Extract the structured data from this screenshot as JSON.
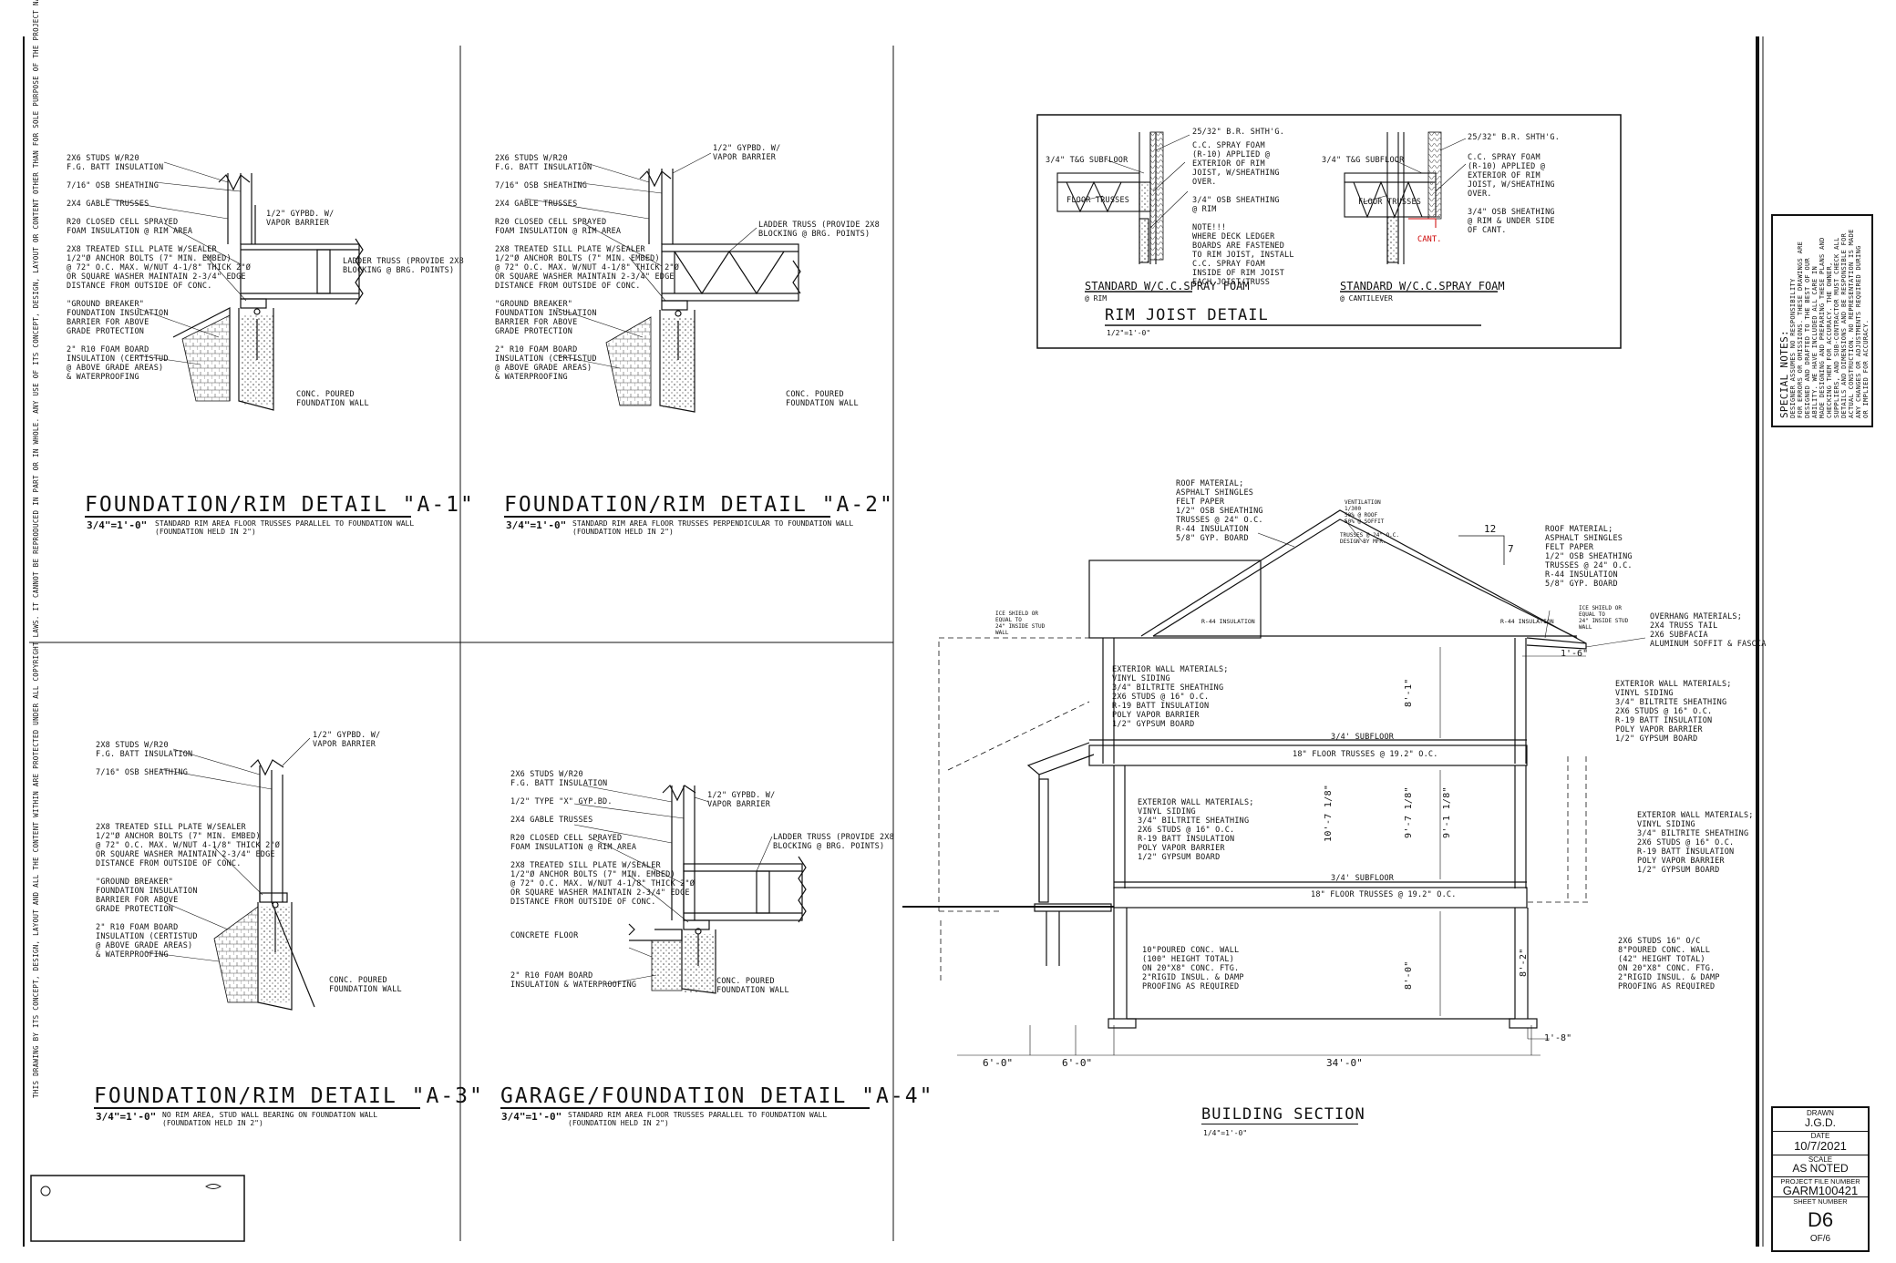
{
  "disclaimer": "THIS DRAWING BY ITS CONCEPT, DESIGN, LAYOUT AND ALL THE CONTENT WITHIN ARE PROTECTED UNDER ALL COPYRIGHT LAWS. IT CANNOT BE REPRODUCED IN PART OR IN WHOLE. ANY USE OF ITS CONCEPT, DESIGN, LAYOUT OR CONTENT OTHER THAN FOR SOLE PURPOSE OF THE PROJECT NAME LISTED IN THE TITLE BELOW IS PUNISHABLE BY LAW.",
  "details": {
    "a1": {
      "title": "FOUNDATION/RIM DETAIL \"A-1\"",
      "scale": "3/4\"=1'-0\"",
      "subtitle": "STANDARD RIM AREA FLOOR TRUSSES PARALLEL TO FOUNDATION WALL\n(FOUNDATION HELD IN 2\")",
      "notes_left": "2X6 STUDS W/R20\nF.G. BATT INSULATION\n\n7/16\" OSB SHEATHING\n\n2X4 GABLE TRUSSES\n\nR20 CLOSED CELL SPRAYED\nFOAM INSULATION @ RIM AREA\n\n2X8 TREATED SILL PLATE W/SEALER\n1/2\"Ø ANCHOR BOLTS (7\" MIN. EMBED)\n@ 72\" O.C. MAX. W/NUT 4-1/8\" THICK 2\"Ø\nOR SQUARE WASHER MAINTAIN 2-3/4\" EDGE\nDISTANCE FROM OUTSIDE OF CONC.\n\n\"GROUND BREAKER\"\nFOUNDATION INSULATION\nBARRIER FOR ABOVE\nGRADE PROTECTION\n\n2\" R10 FOAM BOARD\nINSULATION (CERTISTUD\n@ ABOVE GRADE AREAS)\n& WATERPROOFING",
      "note_gypbd": "1/2\" GYPBD. W/\nVAPOR BARRIER",
      "note_truss": "LADDER TRUSS (PROVIDE 2X8\nBLOCKING @ BRG. POINTS)",
      "note_wall": "CONC. POURED\nFOUNDATION WALL"
    },
    "a2": {
      "title": "FOUNDATION/RIM DETAIL \"A-2\"",
      "scale": "3/4\"=1'-0\"",
      "subtitle": "STANDARD RIM AREA FLOOR TRUSSES PERPENDICULAR TO FOUNDATION WALL\n(FOUNDATION HELD IN 2\")",
      "notes_left": "2X6 STUDS W/R20\nF.G. BATT INSULATION\n\n7/16\" OSB SHEATHING\n\n2X4 GABLE TRUSSES\n\nR20 CLOSED CELL SPRAYED\nFOAM INSULATION @ RIM AREA\n\n2X8 TREATED SILL PLATE W/SEALER\n1/2\"Ø ANCHOR BOLTS (7\" MIN. EMBED)\n@ 72\" O.C. MAX. W/NUT 4-1/8\" THICK 2\"Ø\nOR SQUARE WASHER MAINTAIN 2-3/4\" EDGE\nDISTANCE FROM OUTSIDE OF CONC.\n\n\"GROUND BREAKER\"\nFOUNDATION INSULATION\nBARRIER FOR ABOVE\nGRADE PROTECTION\n\n2\" R10 FOAM BOARD\nINSULATION (CERTISTUD\n@ ABOVE GRADE AREAS)\n& WATERPROOFING",
      "note_gypbd": "1/2\" GYPBD. W/\nVAPOR BARRIER",
      "note_truss": "LADDER TRUSS (PROVIDE 2X8\nBLOCKING @ BRG. POINTS)",
      "note_wall": "CONC. POURED\nFOUNDATION WALL"
    },
    "a3": {
      "title": "FOUNDATION/RIM DETAIL \"A-3\"",
      "scale": "3/4\"=1'-0\"",
      "subtitle": "NO RIM AREA, STUD WALL BEARING ON FOUNDATION WALL\n(FOUNDATION HELD IN 2\")",
      "notes_left": "2X8 STUDS W/R20\nF.G. BATT INSULATION\n\n7/16\" OSB SHEATHING\n\n\n\n\n\n2X8 TREATED SILL PLATE W/SEALER\n1/2\"Ø ANCHOR BOLTS (7\" MIN. EMBED)\n@ 72\" O.C. MAX. W/NUT 4-1/8\" THICK 2\"Ø\nOR SQUARE WASHER MAINTAIN 2-3/4\" EDGE\nDISTANCE FROM OUTSIDE OF CONC.\n\n\"GROUND BREAKER\"\nFOUNDATION INSULATION\nBARRIER FOR ABOVE\nGRADE PROTECTION\n\n2\" R10 FOAM BOARD\nINSULATION (CERTISTUD\n@ ABOVE GRADE AREAS)\n& WATERPROOFING",
      "note_gypbd": "1/2\" GYPBD. W/\nVAPOR BARRIER",
      "note_wall": "CONC. POURED\nFOUNDATION WALL"
    },
    "a4": {
      "title": "GARAGE/FOUNDATION DETAIL \"A-4\"",
      "scale": "3/4\"=1'-0\"",
      "subtitle": "STANDARD RIM AREA FLOOR TRUSSES PARALLEL TO FOUNDATION WALL\n(FOUNDATION HELD IN 2\")",
      "notes_left": "2X6 STUDS W/R20\nF.G. BATT INSULATION\n\n1/2\" TYPE \"X\" GYP.BD.\n\n2X4 GABLE TRUSSES\n\nR20 CLOSED CELL SPRAYED\nFOAM INSULATION @ RIM AREA\n\n2X8 TREATED SILL PLATE W/SEALER\n1/2\"Ø ANCHOR BOLTS (7\" MIN. EMBED)\n@ 72\" O.C. MAX. W/NUT 4-1/8\" THICK 2\"Ø\nOR SQUARE WASHER MAINTAIN 2-3/4\" EDGE\nDISTANCE FROM OUTSIDE OF CONC.",
      "note_floor": "CONCRETE FLOOR",
      "note_foam": "2\" R10 FOAM BOARD\nINSULATION & WATERPROOFING",
      "note_gypbd": "1/2\" GYPBD. W/\nVAPOR BARRIER",
      "note_truss": "LADDER TRUSS (PROVIDE 2X8\nBLOCKING @ BRG. POINTS)",
      "note_wall": "CONC. POURED\nFOUNDATION WALL"
    }
  },
  "rim_joist": {
    "title": "RIM JOIST DETAIL",
    "scale": "1/2\"=1'-0\"",
    "left": {
      "label": "STANDARD W/C.C.SPRAY FOAM",
      "sub": "@ RIM",
      "subfloor": "3/4\" T&G SUBFLOOR",
      "trusses": "FLOOR TRUSSES",
      "sheathing": "25/32\" B.R. SHTH'G.",
      "foam": "C.C. SPRAY FOAM\n(R-10) APPLIED @\nEXTERIOR OF RIM\nJOIST, W/SHEATHING\nOVER.\n\n3/4\" OSB SHEATHING\n@ RIM\n\nNOTE!!!\nWHERE DECK LEDGER\nBOARDS ARE FASTENED\nTO RIM JOIST, INSTALL\nC.C. SPRAY FOAM\nINSIDE OF RIM JOIST\nEACH JOIST/TRUSS"
    },
    "right": {
      "label": "STANDARD W/C.C.SPRAY FOAM",
      "sub": "@ CANTILEVER",
      "subfloor": "3/4\" T&G SUBFLOOR",
      "trusses": "FLOOR TRUSSES",
      "sheathing": "25/32\" B.R. SHTH'G.",
      "foam": "C.C. SPRAY FOAM\n(R-10) APPLIED @\nEXTERIOR OF RIM\nJOIST, W/SHEATHING\nOVER.\n\n3/4\" OSB SHEATHING\n@ RIM & UNDER SIDE\nOF CANT.",
      "cant": "CANT."
    }
  },
  "building_section": {
    "title": "BUILDING SECTION",
    "scale": "1/4\"=1'-0\"",
    "roof_left": "ROOF MATERIAL;\nASPHALT SHINGLES\nFELT PAPER\n1/2\" OSB SHEATHING\nTRUSSES @ 24\" O.C.\nR-44 INSULATION\n5/8\" GYP. BOARD",
    "roof_right": "ROOF MATERIAL;\nASPHALT SHINGLES\nFELT PAPER\n1/2\" OSB SHEATHING\nTRUSSES @ 24\" O.C.\nR-44 INSULATION\n5/8\" GYP. BOARD",
    "ventilation": "VENTILATION\n1/300\n50% @ ROOF\n50% @ SOFFIT",
    "trusses_design": "TRUSSES @ 24\" O.C.\nDESIGN BY MFR.",
    "pitch_run": "12",
    "pitch_rise": "7",
    "ice_left": "ICE SHIELD OR\nEQUAL TO\n24\" INSIDE STUD\nWALL",
    "ice_right": "ICE SHIELD OR\nEQUAL TO\n24\" INSIDE STUD\nWALL",
    "r44_left": "R-44 INSULATION",
    "r44_right": "R-44 INSULATION",
    "overhang": "OVERHANG MATERIALS;\n2X4 TRUSS TAIL\n2X6 SUBFACIA\nALUMINUM SOFFIT & FASCIA",
    "ext_wall_upper_left": "EXTERIOR WALL MATERIALS;\nVINYL SIDING\n3/4\" BILTRITE SHEATHING\n2X6 STUDS @ 16\" O.C.\nR-19 BATT INSULATION\nPOLY VAPOR BARRIER\n1/2\" GYPSUM BOARD",
    "ext_wall_upper_right": "EXTERIOR WALL MATERIALS;\nVINYL SIDING\n3/4\" BILTRITE SHEATHING\n2X6 STUDS @ 16\" O.C.\nR-19 BATT INSULATION\nPOLY VAPOR BARRIER\n1/2\" GYPSUM BOARD",
    "ext_wall_lower_left": "EXTERIOR WALL MATERIALS;\nVINYL SIDING\n3/4\" BILTRITE SHEATHING\n2X6 STUDS @ 16\" O.C.\nR-19 BATT INSULATION\nPOLY VAPOR BARRIER\n1/2\" GYPSUM BOARD",
    "ext_wall_lower_right": "EXTERIOR WALL MATERIALS;\nVINYL SIDING\n3/4\" BILTRITE SHEATHING\n2X6 STUDS @ 16\" O.C.\nR-19 BATT INSULATION\nPOLY VAPOR BARRIER\n1/2\" GYPSUM BOARD",
    "subfloor_upper": "3/4' SUBFLOOR",
    "trusses_upper": "18\" FLOOR TRUSSES @ 19.2\" O.C.",
    "subfloor_lower": "3/4' SUBFLOOR",
    "trusses_lower": "18\" FLOOR TRUSSES @ 19.2\" O.C.",
    "found_left": "10\"POURED CONC. WALL\n(100\" HEIGHT TOTAL)\nON 20\"X8\" CONC. FTG.\n2\"RIGID INSUL. & DAMP\nPROOFING AS REQUIRED",
    "found_right": "2X6 STUDS 16\" O/C\n8\"POURED CONC. WALL\n(42\" HEIGHT TOTAL)\nON 20\"X8\" CONC. FTG.\n2\"RIGID INSUL. & DAMP\nPROOFING AS REQUIRED",
    "dim_6a": "6'-0\"",
    "dim_6b": "6'-0\"",
    "dim_34": "34'-0\"",
    "dim_overhang": "1'-6\"",
    "dim_8": "1'-8\"",
    "dim_h1": "10'-7 1/8\"",
    "dim_h2": "9'-1 1/8\"",
    "dim_h3": "8'-1\"",
    "dim_h4": "9'-7 1/8\"",
    "dim_h5": "8'-0\"",
    "dim_h6": "8'-2\""
  },
  "special_notes": {
    "heading": "SPECIAL NOTES:",
    "body": "DESIGNER ASSUMES NO RESPONSIBILITY\nFOR ERRORS OR OMISSIONS. THESE DRAWINGS ARE\nDESIGNED AND DRAFTED TO THE BEST OF OUR\nABILITY. WE HAVE INCLUDED ALL CARE IN\nMADE DESIGNING AND PREPARING THESE PLANS AND\nCHECKING THEM FOR ACCURACY. THE OWNER,\nSUPPLIERS, AND SUB-CONTRACTOR MUST CHECK ALL\nDETAILS AND DIMENSIONS AND BE RESPONSIBLE FOR\nACTUAL CONSTRUCTION. NO REPRESENTATION IS MADE\nANY CHANGES OR ADJUSTMENTS REQUIRED DURING\nOR IMPLIED FOR ACCURACY."
  },
  "title_block": {
    "drawn_label": "DRAWN",
    "drawn_value": "J.G.D.",
    "date_label": "DATE",
    "date_value": "10/7/2021",
    "scale_label": "SCALE",
    "scale_value": "AS NOTED",
    "project_label": "PROJECT FILE NUMBER",
    "project_value": "GARM100421",
    "sheet_label": "SHEET NUMBER",
    "sheet_value": "D6",
    "sheet_of": "OF/6"
  }
}
